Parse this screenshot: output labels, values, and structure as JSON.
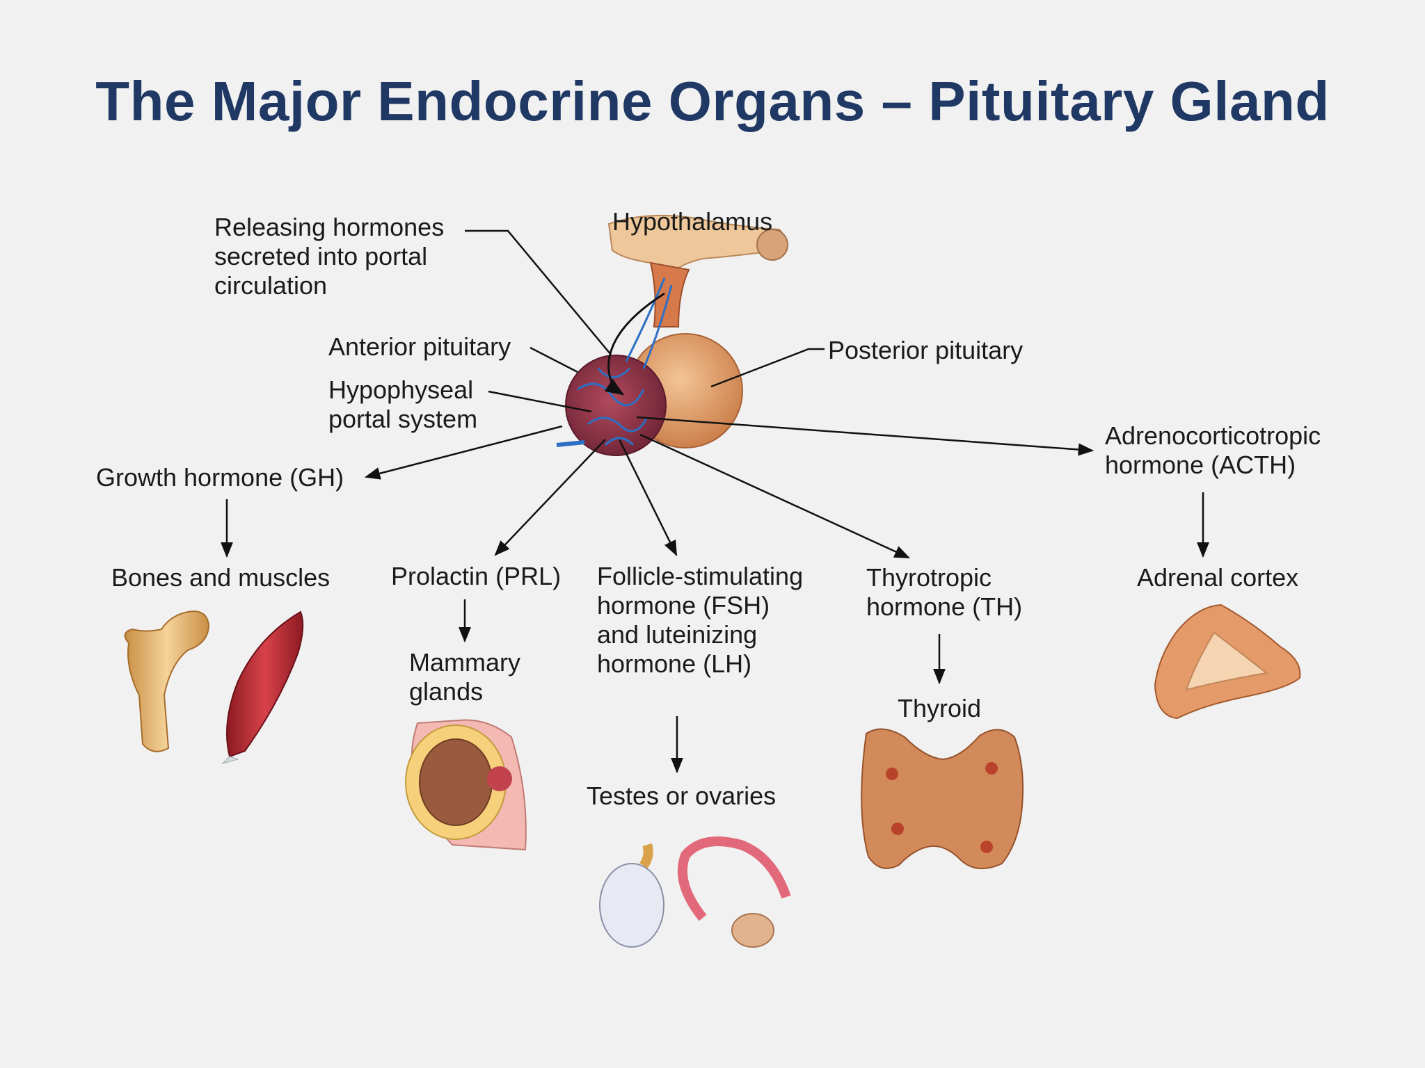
{
  "title": "The Major Endocrine Organs – Pituitary Gland",
  "labels": {
    "hypothalamus": "Hypothalamus",
    "releasing_hormones": "Releasing hormones\nsecreted into portal\ncirculation",
    "anterior_pituitary": "Anterior pituitary",
    "hypophyseal_portal": "Hypophyseal\nportal system",
    "posterior_pituitary": "Posterior pituitary"
  },
  "hormones": {
    "gh": "Growth hormone (GH)",
    "prl": "Prolactin (PRL)",
    "fsh_lh": "Follicle-stimulating\nhormone (FSH)\nand luteinizing\nhormone (LH)",
    "th": "Thyrotropic\nhormone (TH)",
    "acth": "Adrenocorticotropic\nhormone (ACTH)"
  },
  "targets": {
    "bones_muscles": "Bones and muscles",
    "mammary": "Mammary\nglands",
    "gonads": "Testes or ovaries",
    "thyroid": "Thyroid",
    "adrenal": "Adrenal cortex"
  },
  "colors": {
    "title": "#1f3864",
    "background": "#f1f1f1",
    "arrow": "#111111"
  }
}
